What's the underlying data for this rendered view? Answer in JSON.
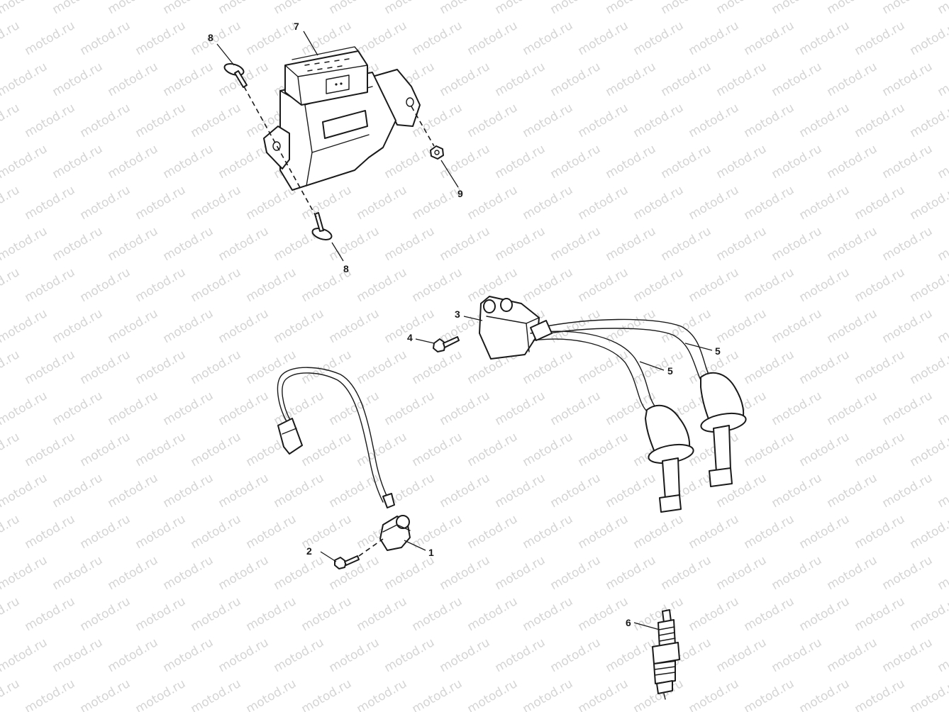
{
  "watermark": {
    "text": "motod.ru",
    "color": "#d4d4d4"
  },
  "callouts": {
    "c1": "1",
    "c2": "2",
    "c3": "3",
    "c4": "4",
    "c5a": "5",
    "c5b": "5",
    "c6": "6",
    "c7": "7",
    "c8a": "8",
    "c8b": "8",
    "c9": "9"
  }
}
